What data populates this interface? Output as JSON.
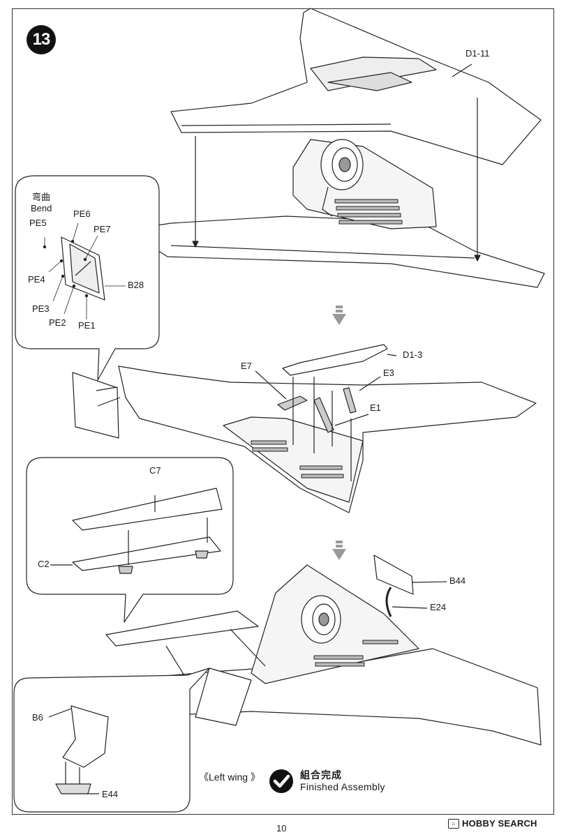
{
  "step": {
    "number": "13"
  },
  "labels": {
    "d1_11": "D1-11",
    "bend_cn": "弯曲",
    "bend_en": "Bend",
    "pe5": "PE5",
    "pe6": "PE6",
    "pe7": "PE7",
    "pe4": "PE4",
    "b28": "B28",
    "pe3": "PE3",
    "pe2": "PE2",
    "pe1": "PE1",
    "d1_3": "D1-3",
    "e7": "E7",
    "e3": "E3",
    "e1": "E1",
    "c7": "C7",
    "c2": "C2",
    "b44": "B44",
    "e24": "E24",
    "b6": "B6",
    "e44": "E44"
  },
  "footer": {
    "left_wing": "《Left wing 》",
    "finished_cn": "組合完成",
    "finished_en": "Finished Assembly",
    "page_number": "10",
    "watermark": "HOBBY SEARCH"
  },
  "colors": {
    "line": "#222222",
    "fill": "#ffffff",
    "shade": "#cfcfcf",
    "accent": "#111111"
  },
  "icons": {
    "arrow": "down-arrow-icon",
    "check": "check-circle-icon"
  }
}
